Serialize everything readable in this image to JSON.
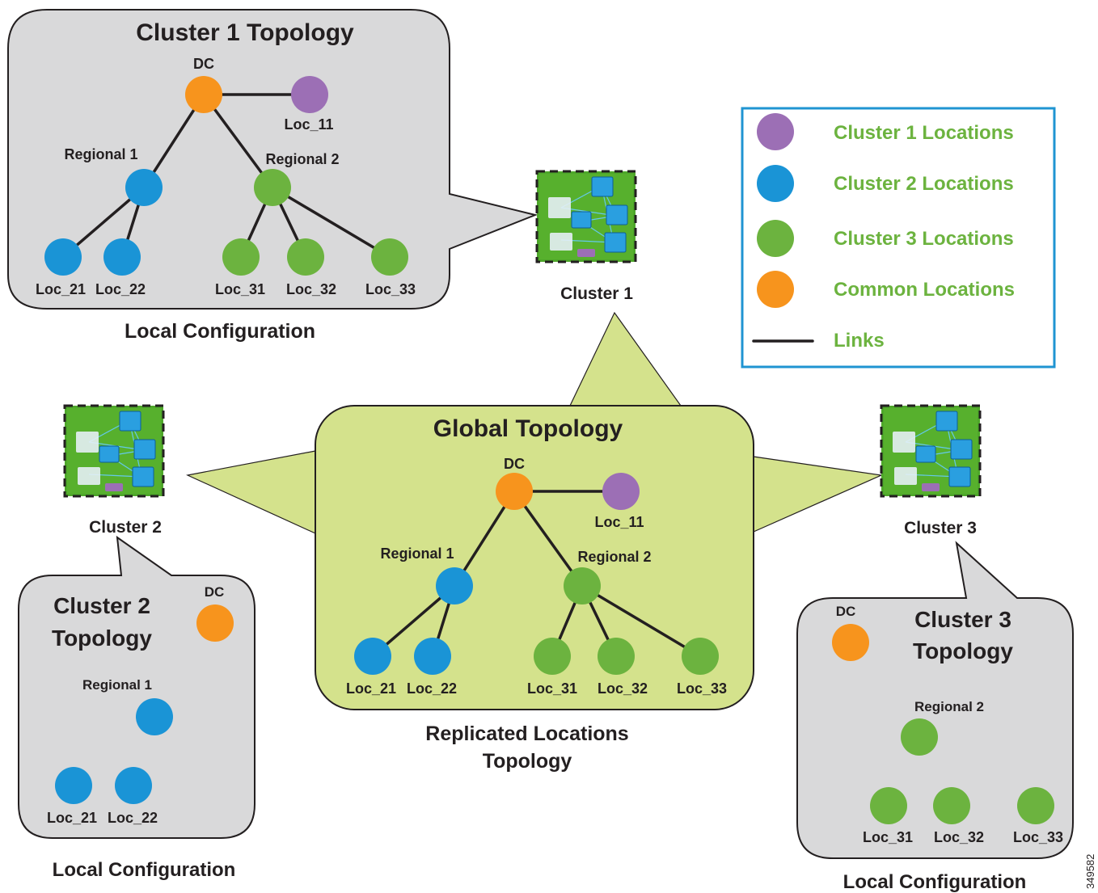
{
  "colors": {
    "cluster1": "#9c6fb5",
    "cluster2": "#1a94d6",
    "cluster3": "#6cb33f",
    "common": "#f7941d",
    "link": "#231f20",
    "legend_text": "#6cb33f",
    "gray_bubble": "#d9d9da",
    "green_bubble": "#d4e28c"
  },
  "icons": [
    "server-cluster-icon"
  ],
  "cluster1_panel": {
    "title": "Cluster 1 Topology",
    "caption": "Local Configuration",
    "nodes": {
      "dc": "DC",
      "loc11": "Loc_11",
      "regional1": "Regional 1",
      "regional2": "Regional 2",
      "loc21": "Loc_21",
      "loc22": "Loc_22",
      "loc31": "Loc_31",
      "loc32": "Loc_32",
      "loc33": "Loc_33"
    }
  },
  "global_panel": {
    "title": "Global Topology",
    "caption_line1": "Replicated Locations",
    "caption_line2": "Topology",
    "nodes": {
      "dc": "DC",
      "loc11": "Loc_11",
      "regional1": "Regional 1",
      "regional2": "Regional 2",
      "loc21": "Loc_21",
      "loc22": "Loc_22",
      "loc31": "Loc_31",
      "loc32": "Loc_32",
      "loc33": "Loc_33"
    }
  },
  "cluster2_panel": {
    "title_line1": "Cluster 2",
    "title_line2": "Topology",
    "caption": "Local Configuration",
    "nodes": {
      "dc": "DC",
      "regional1": "Regional 1",
      "loc21": "Loc_21",
      "loc22": "Loc_22"
    }
  },
  "cluster3_panel": {
    "title_line1": "Cluster 3",
    "title_line2": "Topology",
    "caption": "Local Configuration",
    "nodes": {
      "dc": "DC",
      "regional2": "Regional 2",
      "loc31": "Loc_31",
      "loc32": "Loc_32",
      "loc33": "Loc_33"
    }
  },
  "clusters": {
    "cluster1": "Cluster 1",
    "cluster2": "Cluster 2",
    "cluster3": "Cluster 3"
  },
  "legend": {
    "items": [
      {
        "label": "Cluster 1 Locations"
      },
      {
        "label": "Cluster 2 Locations"
      },
      {
        "label": "Cluster 3 Locations"
      },
      {
        "label": "Common Locations"
      },
      {
        "label": "Links"
      }
    ]
  },
  "figure_id": "349582"
}
